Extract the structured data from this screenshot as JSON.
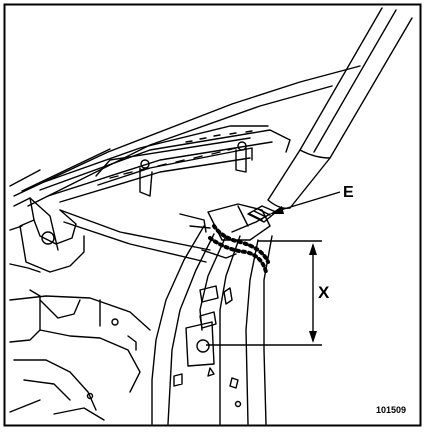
{
  "labels": {
    "callout_e": "E",
    "dimension_x": "X"
  },
  "figure_reference": "101509",
  "colors": {
    "line": "#000000",
    "background": "#ffffff"
  }
}
